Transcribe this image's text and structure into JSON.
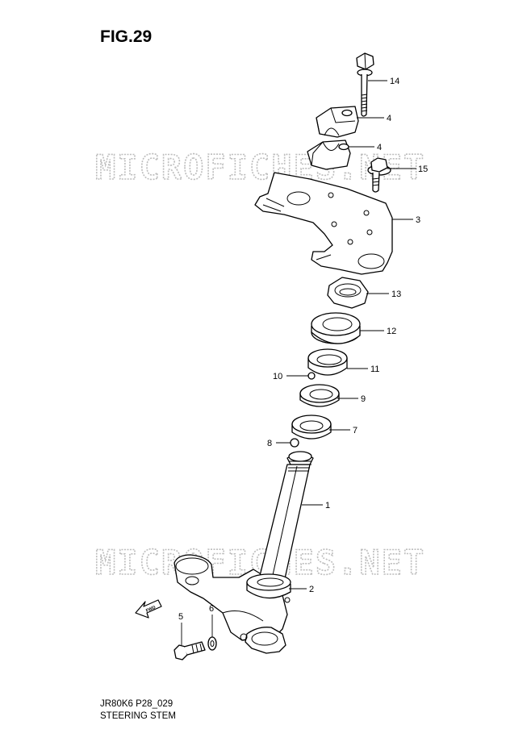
{
  "figure": {
    "title": "FIG.29",
    "code": "JR80K6 P28_029",
    "name": "STEERING STEM"
  },
  "watermark": "MICROFICHES.NET",
  "fwd_arrow_label": "FWD",
  "parts": [
    {
      "no": "14"
    },
    {
      "no": "4"
    },
    {
      "no": "4"
    },
    {
      "no": "15"
    },
    {
      "no": "3"
    },
    {
      "no": "13"
    },
    {
      "no": "12"
    },
    {
      "no": "11"
    },
    {
      "no": "10"
    },
    {
      "no": "9"
    },
    {
      "no": "7"
    },
    {
      "no": "8"
    },
    {
      "no": "1"
    },
    {
      "no": "2"
    },
    {
      "no": "5"
    },
    {
      "no": "6"
    }
  ]
}
